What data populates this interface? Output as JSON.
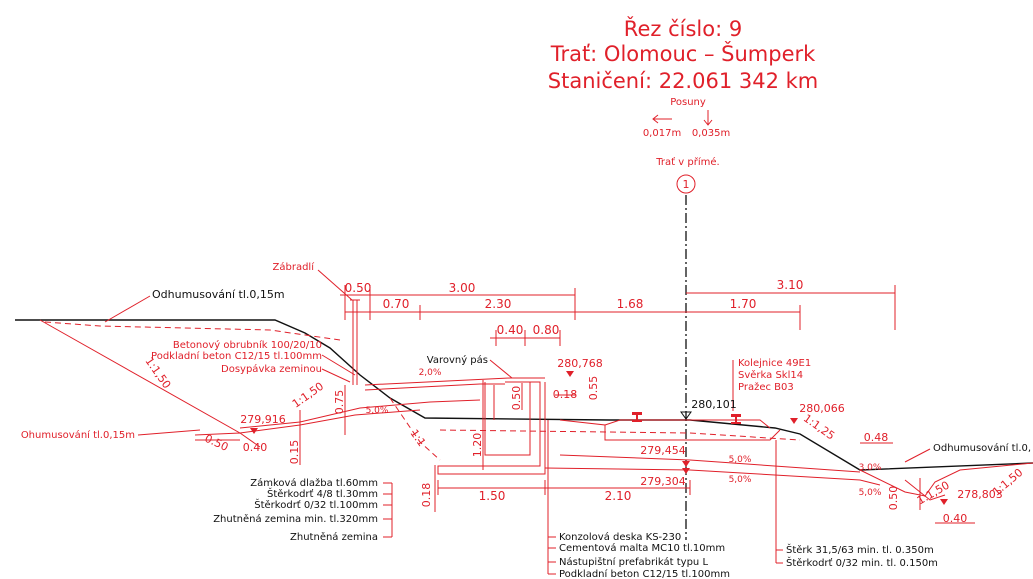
{
  "header": {
    "cut_number": "Řez číslo: 9",
    "track": "Trať: Olomouc – Šumperk",
    "chainage": "Staničení: 22.061 342 km"
  },
  "shifts": {
    "label": "Posuny",
    "horizontal": "0,017m",
    "vertical": "0,035m"
  },
  "axis": {
    "label": "Trať v přímé.",
    "track_number": "1"
  },
  "left_labels": {
    "railing": "Zábradlí",
    "topsoil_removal_top": "Odhumusování tl.0,15m",
    "curb": "Betonový obrubník 100/20/10",
    "curb_base": "Podkladní beton C12/15 tl.100mm",
    "backfill": "Dosypávka zeminou",
    "topsoil_removal_left": "Ohumusování tl.0,15m",
    "warning_strip": "Varovný pás"
  },
  "right_labels": {
    "rail": "Kolejnice 49E1",
    "clip": "Svěrka Skl14",
    "sleeper": "Pražec B03",
    "topsoil_removal_right": "Odhumusování tl.0,"
  },
  "layers_left": [
    "Zámková dlažba tl.60mm",
    "Štěrkodrť 4/8 tl.30mm",
    "Štěrkodrť 0/32 tl.100mm",
    "Zhutněná zemina min. tl.320mm",
    "Zhutněná zemina"
  ],
  "layers_center": [
    "Konzolová deska KS-230",
    "Cementová malta MC10 tl.10mm",
    "Nástupištní prefabrikát typu L",
    "Podkladní beton C12/15 tl.100mm"
  ],
  "layers_right": [
    "Štěrk 31,5/63 min. tl. 0.350m",
    "Štěrkodrť 0/32 min. tl. 0.150m"
  ],
  "dimensions": {
    "d050_top": "0.50",
    "d300": "3.00",
    "d310": "3.10",
    "d070": "0.70",
    "d230": "2.30",
    "d168": "1.68",
    "d170": "1.70",
    "d040a": "0.40",
    "d080": "0.80",
    "d055": "0.55",
    "d018a": "0.18",
    "d050v": "0.50",
    "d075": "0.75",
    "d120": "1.20",
    "d015": "0.15",
    "d018b": "0.18",
    "d150": "1.50",
    "d210": "2.10",
    "d050_left": "0.50",
    "d040_left": "0.40",
    "d048": "0.48",
    "d050_right": "0.50",
    "d040_right": "0.40"
  },
  "slopes": {
    "s150_left": "1:1,50",
    "s150_berm": "1:1,50",
    "s11": "1:1",
    "s125": "1:1,25",
    "s150_right_a": "1:1,50",
    "s150_right_b": "1:1,50"
  },
  "gradients": {
    "g20": "2,0%",
    "g50_left": "5,0%",
    "g50_c1": "5,0%",
    "g50_c2": "5,0%",
    "g30": "3,0%",
    "g50_right": "5,0%"
  },
  "elevations": {
    "e279916": "279,916",
    "e280768": "280,768",
    "e280101": "280,101",
    "e280066": "280,066",
    "e279454": "279,454",
    "e279304": "279,304",
    "e278803": "278,803"
  }
}
